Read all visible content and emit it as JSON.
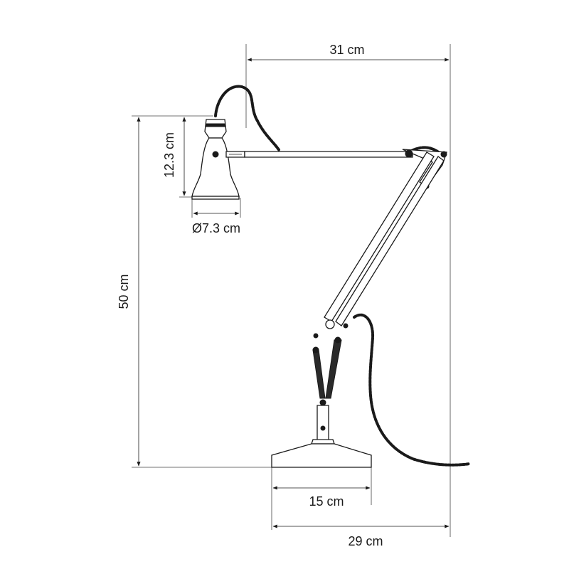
{
  "dimensions": {
    "arm_reach": "31 cm",
    "shade_height": "12.3 cm",
    "shade_diameter": "Ø7.3 cm",
    "total_height": "50 cm",
    "base_width": "15 cm",
    "total_depth": "29 cm"
  }
}
